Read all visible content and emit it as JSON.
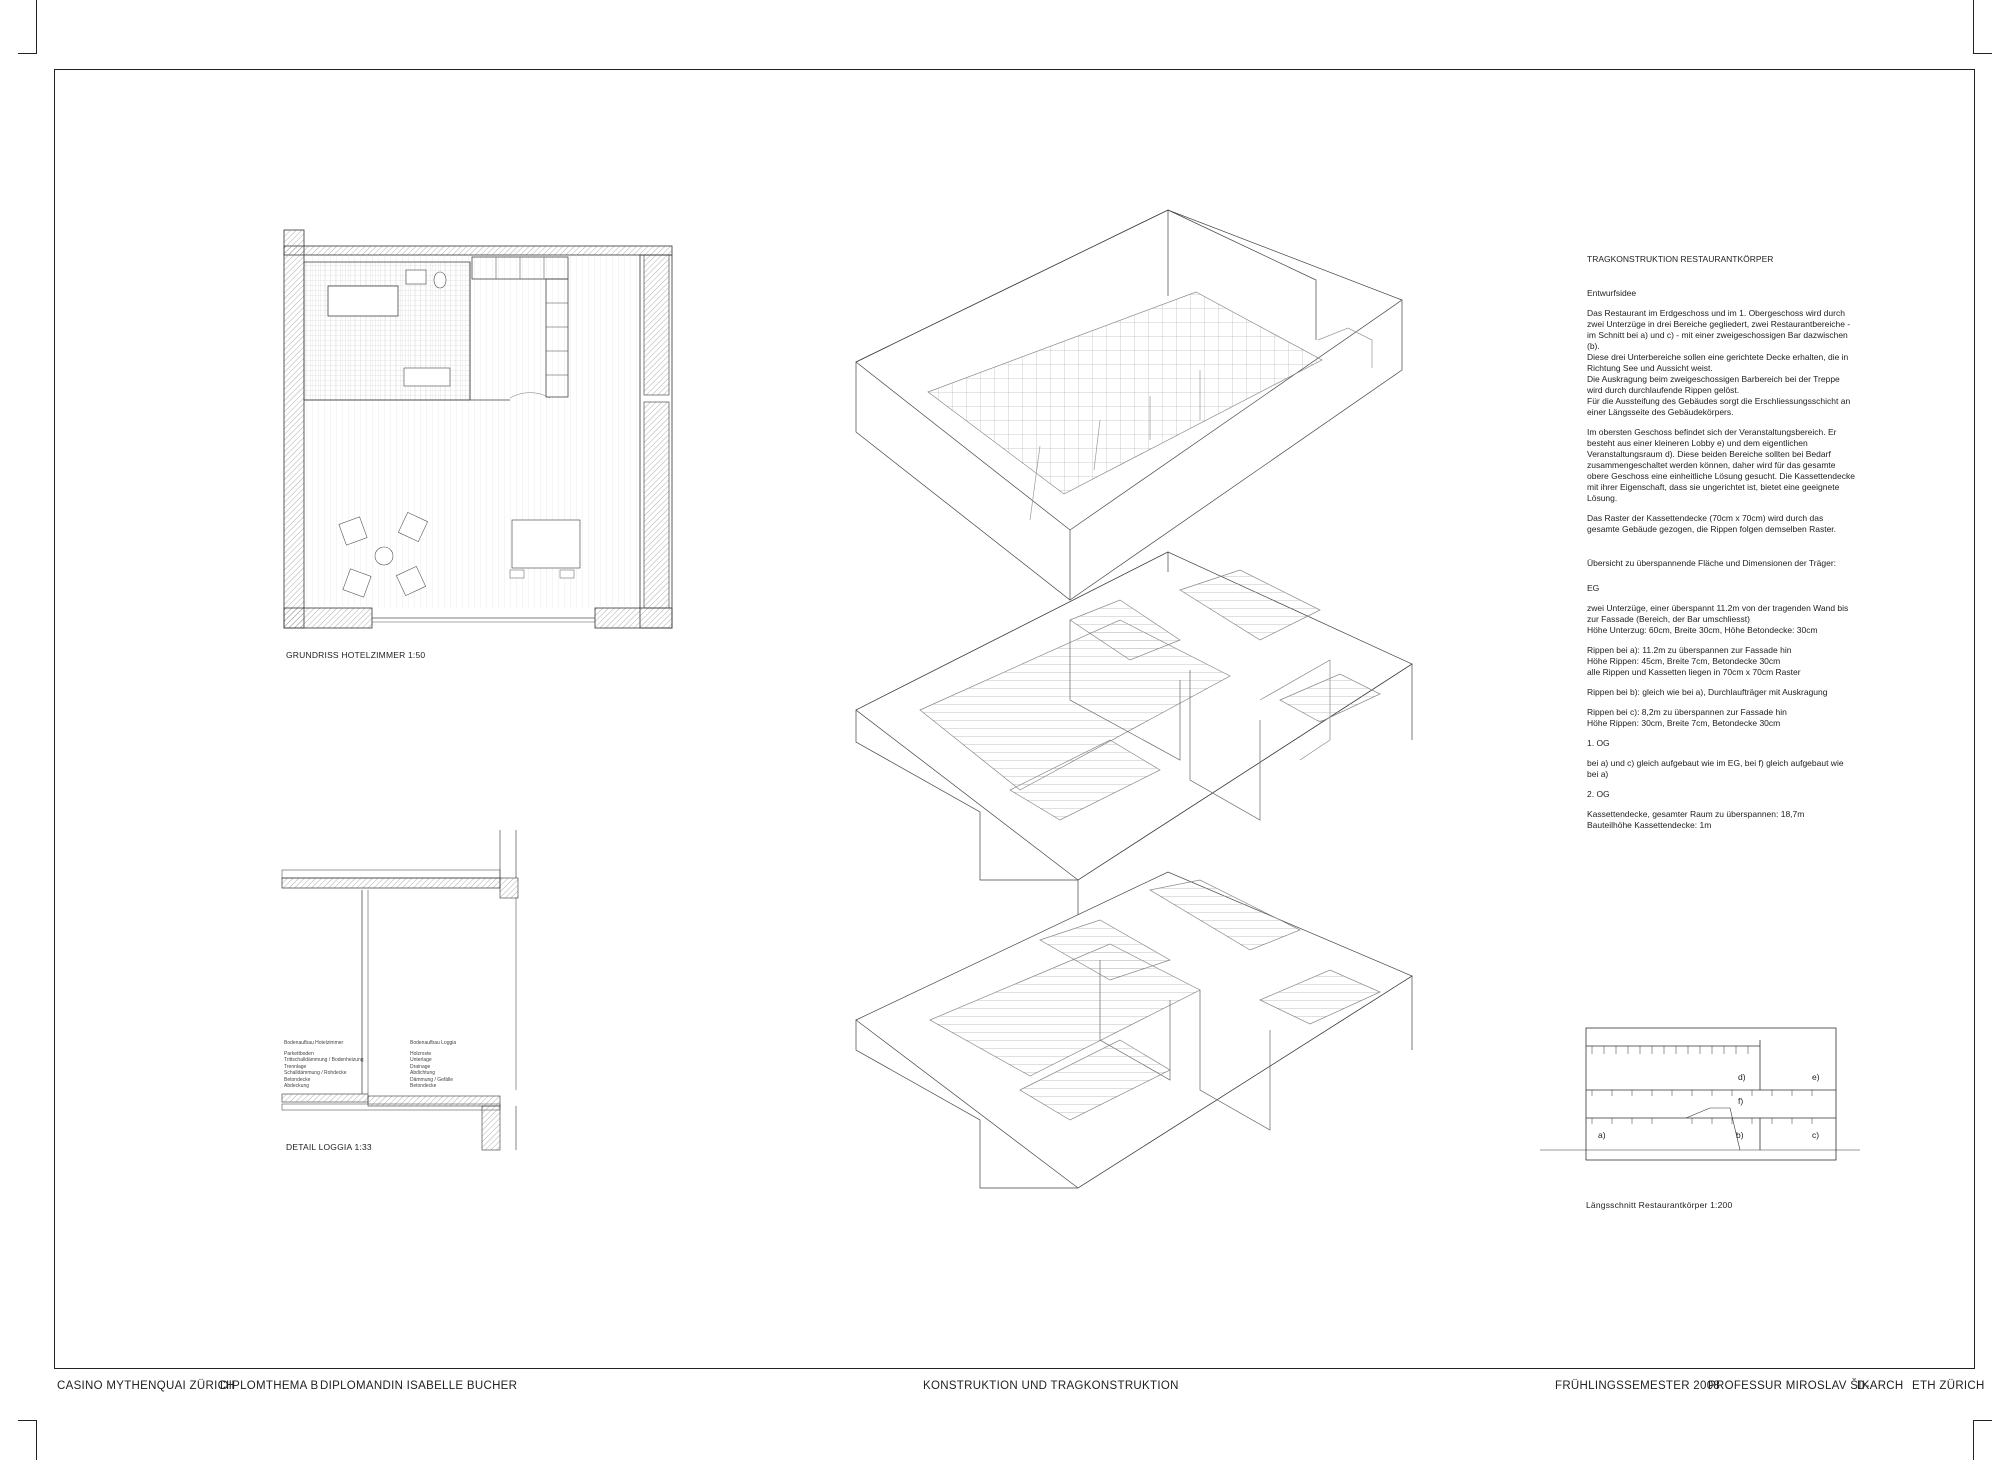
{
  "sheet": {
    "footer_left": [
      "CASINO MYTHENQUAI ZÜRICH",
      "DIPLOMTHEMA B",
      "DIPLOMANDIN ISABELLE BUCHER"
    ],
    "footer_center": "KONSTRUKTION UND TRAGKONSTRUKTION",
    "footer_right": [
      "FRÜHLINGSSEMESTER 2008",
      "PROFESSUR MIROSLAV ŠIK",
      "D-ARCH",
      "ETH ZÜRICH"
    ]
  },
  "drawings": {
    "floor_plan_caption": "GRUNDRISS HOTELZIMMER 1:50",
    "detail_caption": "DETAIL LOGGIA 1:33",
    "section_caption": "Längsschnitt Restaurantkörper 1:200",
    "section_labels": [
      "a)",
      "b)",
      "c)",
      "d)",
      "e)",
      "f)"
    ],
    "detail_legend_left": {
      "title": "Bodenaufbau Hotelzimmer",
      "rows": [
        "Parkettboden",
        "Trittschalldämmung / Bodenheizung",
        "Trennlage",
        "Schalldämmung / Rohdecke",
        "Betondecke",
        "Abdeckung"
      ]
    },
    "detail_legend_right": {
      "title": "Bodenaufbau Loggia",
      "rows": [
        "Holzroste",
        "Unterlage",
        "Drainage",
        "Abdichtung",
        "Dämmung / Gefälle",
        "Betondecke"
      ]
    }
  },
  "description": {
    "title": "TRAGKONSTRUKTION RESTAURANTKÖRPER",
    "subtitle": "Entwurfsidee",
    "para1": "Das Restaurant im Erdgeschoss und im 1. Obergeschoss wird durch zwei Unterzüge in drei Bereiche gegliedert, zwei Restaurantbereiche - im Schnitt bei a) und c) - mit einer zweigeschossigen Bar dazwischen (b).\nDiese drei Unterbereiche sollen eine gerichtete Decke erhalten, die in Richtung See und Aussicht weist.\nDie Auskragung beim zweigeschossigen Barbereich bei der Treppe wird durch durchlaufende Rippen gelöst.\nFür die Aussteifung des Gebäudes sorgt die Erschliessungsschicht an einer Längsseite des Gebäudekörpers.",
    "para2": "Im obersten Geschoss befindet sich der Veranstaltungsbereich. Er besteht aus einer kleineren Lobby e) und dem eigentlichen Veranstaltungsraum d). Diese beiden Bereiche sollten bei Bedarf zusammengeschaltet werden können, daher wird für das gesamte obere Geschoss eine einheitliche Lösung gesucht. Die Kassettendecke mit ihrer Eigenschaft, dass sie ungerichtet ist, bietet eine geeignete Lösung.",
    "para3": "Das Raster der Kassettendecke (70cm x 70cm) wird durch das gesamte Gebäude gezogen, die Rippen folgen demselben Raster.",
    "para4": "Übersicht zu überspannende Fläche und Dimensionen der Träger:",
    "eg_heading": "EG",
    "eg_p1": "zwei Unterzüge,  einer überspannt 11.2m von der tragenden Wand bis zur Fassade (Bereich, der Bar umschliesst)\nHöhe Unterzug: 60cm, Breite 30cm, Höhe Betondecke: 30cm",
    "eg_p2": "Rippen bei a): 11.2m zu überspannen zur Fassade hin\nHöhe Rippen: 45cm, Breite 7cm, Betondecke 30cm\nalle Rippen und Kassetten liegen in 70cm x 70cm Raster",
    "eg_p3": "Rippen bei b): gleich wie bei a), Durchlaufträger mit Auskragung",
    "eg_p4": "Rippen bei c): 8,2m zu überspannen zur Fassade hin\nHöhe Rippen: 30cm, Breite 7cm, Betondecke 30cm",
    "og1_heading": "1. OG",
    "og1_p": "bei a) und c) gleich aufgebaut wie im EG, bei f) gleich aufgebaut wie bei a)",
    "og2_heading": "2. OG",
    "og2_p": "Kassettendecke, gesamter Raum zu überspannen: 18,7m\nBauteilhöhe Kassettendecke: 1m"
  }
}
